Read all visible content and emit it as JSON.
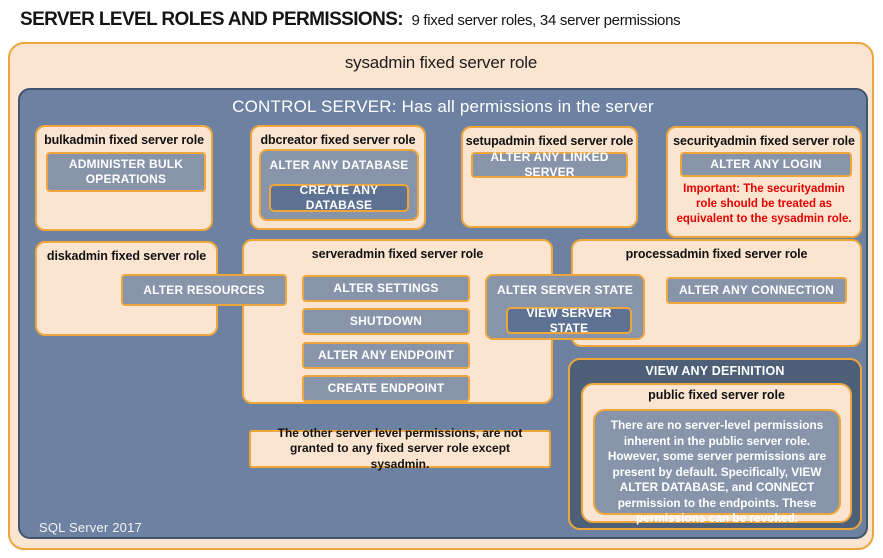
{
  "title": {
    "main": "SERVER LEVEL ROLES AND PERMISSIONS:",
    "subtitle": "9 fixed server roles, 34 server permissions"
  },
  "sysadmin_label": "sysadmin fixed server role",
  "control_server_label": "CONTROL SERVER: Has all permissions in the server",
  "roles": {
    "bulkadmin": {
      "label": "bulkadmin fixed server role",
      "permissions": [
        "ADMINISTER BULK OPERATIONS"
      ]
    },
    "dbcreator": {
      "label": "dbcreator fixed server role",
      "outer_permission": "ALTER ANY DATABASE",
      "inner_permission": "CREATE ANY DATABASE"
    },
    "setupadmin": {
      "label": "setupadmin fixed server role",
      "permissions": [
        "ALTER ANY LINKED SERVER"
      ]
    },
    "securityadmin": {
      "label": "securityadmin fixed server role",
      "permissions": [
        "ALTER ANY LOGIN"
      ],
      "warning": "Important: The securityadmin role should be treated as equivalent to the sysadmin role."
    },
    "diskadmin": {
      "label": "diskadmin fixed server role",
      "permissions": [
        "ALTER RESOURCES"
      ]
    },
    "serveradmin": {
      "label": "serveradmin fixed server role",
      "permissions": [
        "ALTER SETTINGS",
        "SHUTDOWN",
        "ALTER ANY ENDPOINT",
        "CREATE ENDPOINT"
      ],
      "outer_permission": "ALTER SERVER STATE",
      "inner_permission": "VIEW SERVER STATE"
    },
    "processadmin": {
      "label": "processadmin fixed server role",
      "permissions": [
        "ALTER ANY CONNECTION"
      ]
    },
    "public": {
      "header_permission": "VIEW ANY DEFINITION",
      "label": "public fixed server role",
      "description": "There are no server-level permissions inherent in the public server role. However, some server permissions are present by default. Specifically, VIEW ALTER DATABASE, and CONNECT permission to the endpoints. These permissions can be revoked."
    }
  },
  "note": "The other server level permissions, are not granted to any fixed server role except sysadmin.",
  "footer": "SQL Server 2017",
  "colors": {
    "peach": "#fbe5d0",
    "orange_border": "#eda63c",
    "control_blue": "#6d82a2",
    "permission_blue": "#8794aa",
    "permission_dark_blue": "#5d7292",
    "definition_dark_blue": "#4d6078",
    "warning_red": "#e60000"
  }
}
